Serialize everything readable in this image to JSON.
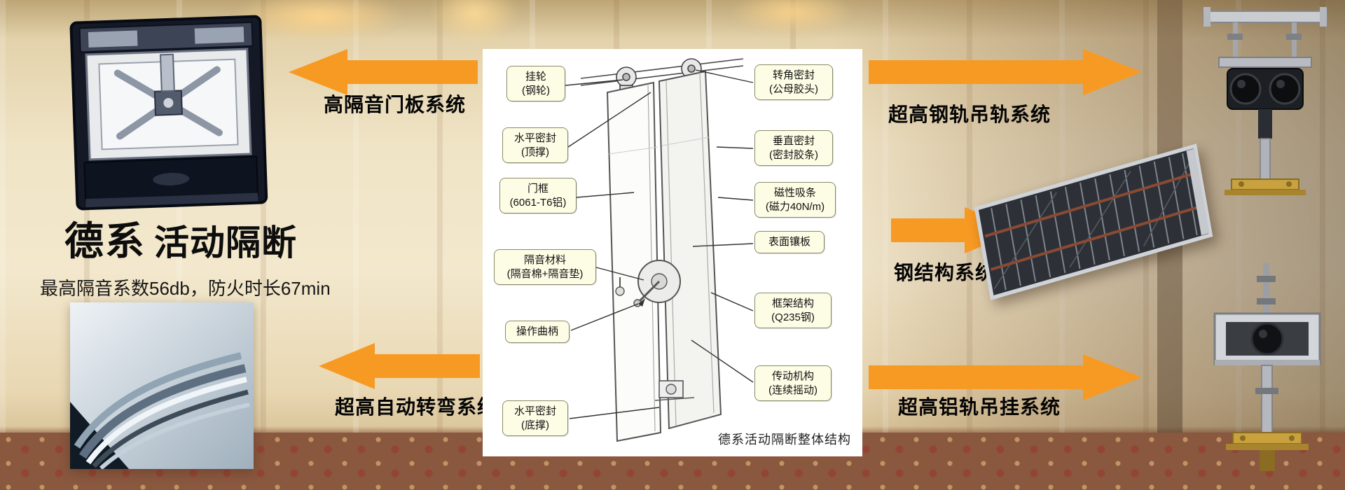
{
  "brand": {
    "title_primary": "德系",
    "title_secondary": "活动隔断",
    "subtitle": "最高隔音系数56db，防火时长67min"
  },
  "callouts": {
    "door_panel_system": "高隔音门板系统",
    "auto_turn_system": "超高自动转弯系统",
    "steel_rail_system": "超高钢轨吊轨系统",
    "steel_structure_system": "钢结构系统",
    "alu_rail_system": "超高铝轨吊挂系统"
  },
  "diagram": {
    "caption": "德系活动隔断整体结构",
    "left_labels": [
      {
        "title": "挂轮",
        "detail": "(钢轮)"
      },
      {
        "title": "水平密封",
        "detail": "(顶撑)"
      },
      {
        "title": "门框",
        "detail": "(6061-T6铝)"
      },
      {
        "title": "隔音材料",
        "detail": "(隔音棉+隔音垫)"
      },
      {
        "title": "操作曲柄",
        "detail": ""
      },
      {
        "title": "水平密封",
        "detail": "(底撑)"
      }
    ],
    "right_labels": [
      {
        "title": "转角密封",
        "detail": "(公母胶头)"
      },
      {
        "title": "垂直密封",
        "detail": "(密封胶条)"
      },
      {
        "title": "磁性吸条",
        "detail": "(磁力40N/m)"
      },
      {
        "title": "表面镶板",
        "detail": ""
      },
      {
        "title": "框架结构",
        "detail": "(Q235钢)"
      },
      {
        "title": "传动机构",
        "detail": "(连续摇动)"
      }
    ]
  },
  "colors": {
    "arrow_orange": "#F79A23",
    "callout_bg": "#FDFDE6",
    "title_black": "#0d0d0d"
  },
  "images": {
    "top_left": "door-top-mechanism-photo",
    "bottom_left": "curved-track-photo",
    "right_top": "steel-rail-hanger-photo",
    "right_middle": "steel-structure-frame-photo",
    "right_bottom": "aluminium-rail-hanger-photo"
  }
}
